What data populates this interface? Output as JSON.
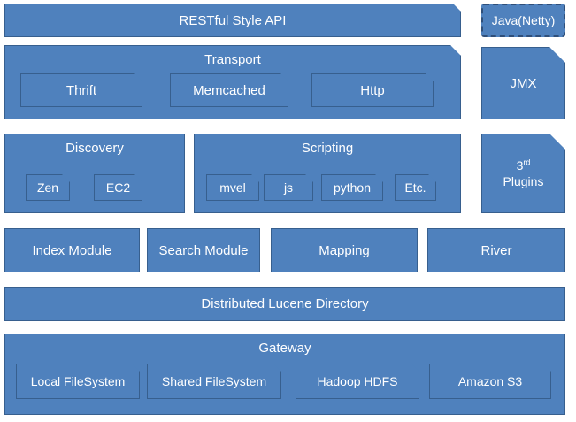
{
  "api": {
    "label": "RESTful Style API"
  },
  "java": {
    "label": "Java(Netty)"
  },
  "transport": {
    "label": "Transport",
    "items": [
      {
        "label": "Thrift"
      },
      {
        "label": "Memcached"
      },
      {
        "label": "Http"
      }
    ]
  },
  "jmx": {
    "label": "JMX"
  },
  "discovery": {
    "label": "Discovery",
    "items": [
      {
        "label": "Zen"
      },
      {
        "label": "EC2"
      }
    ]
  },
  "scripting": {
    "label": "Scripting",
    "items": [
      {
        "label": "mvel"
      },
      {
        "label": "js"
      },
      {
        "label": "python"
      },
      {
        "label": "Etc."
      }
    ]
  },
  "plugins": {
    "number": "3",
    "superscript": "rd",
    "label": "Plugins"
  },
  "modules": [
    {
      "label": "Index Module"
    },
    {
      "label": "Search Module"
    },
    {
      "label": "Mapping"
    },
    {
      "label": "River"
    }
  ],
  "lucene": {
    "label": "Distributed Lucene Directory"
  },
  "gateway": {
    "label": "Gateway",
    "items": [
      {
        "label": "Local FileSystem"
      },
      {
        "label": "Shared FileSystem"
      },
      {
        "label": "Hadoop HDFS"
      },
      {
        "label": "Amazon S3"
      }
    ]
  },
  "colors": {
    "fill": "#4f81bd",
    "border": "#375f8e",
    "text": "#ffffff"
  }
}
